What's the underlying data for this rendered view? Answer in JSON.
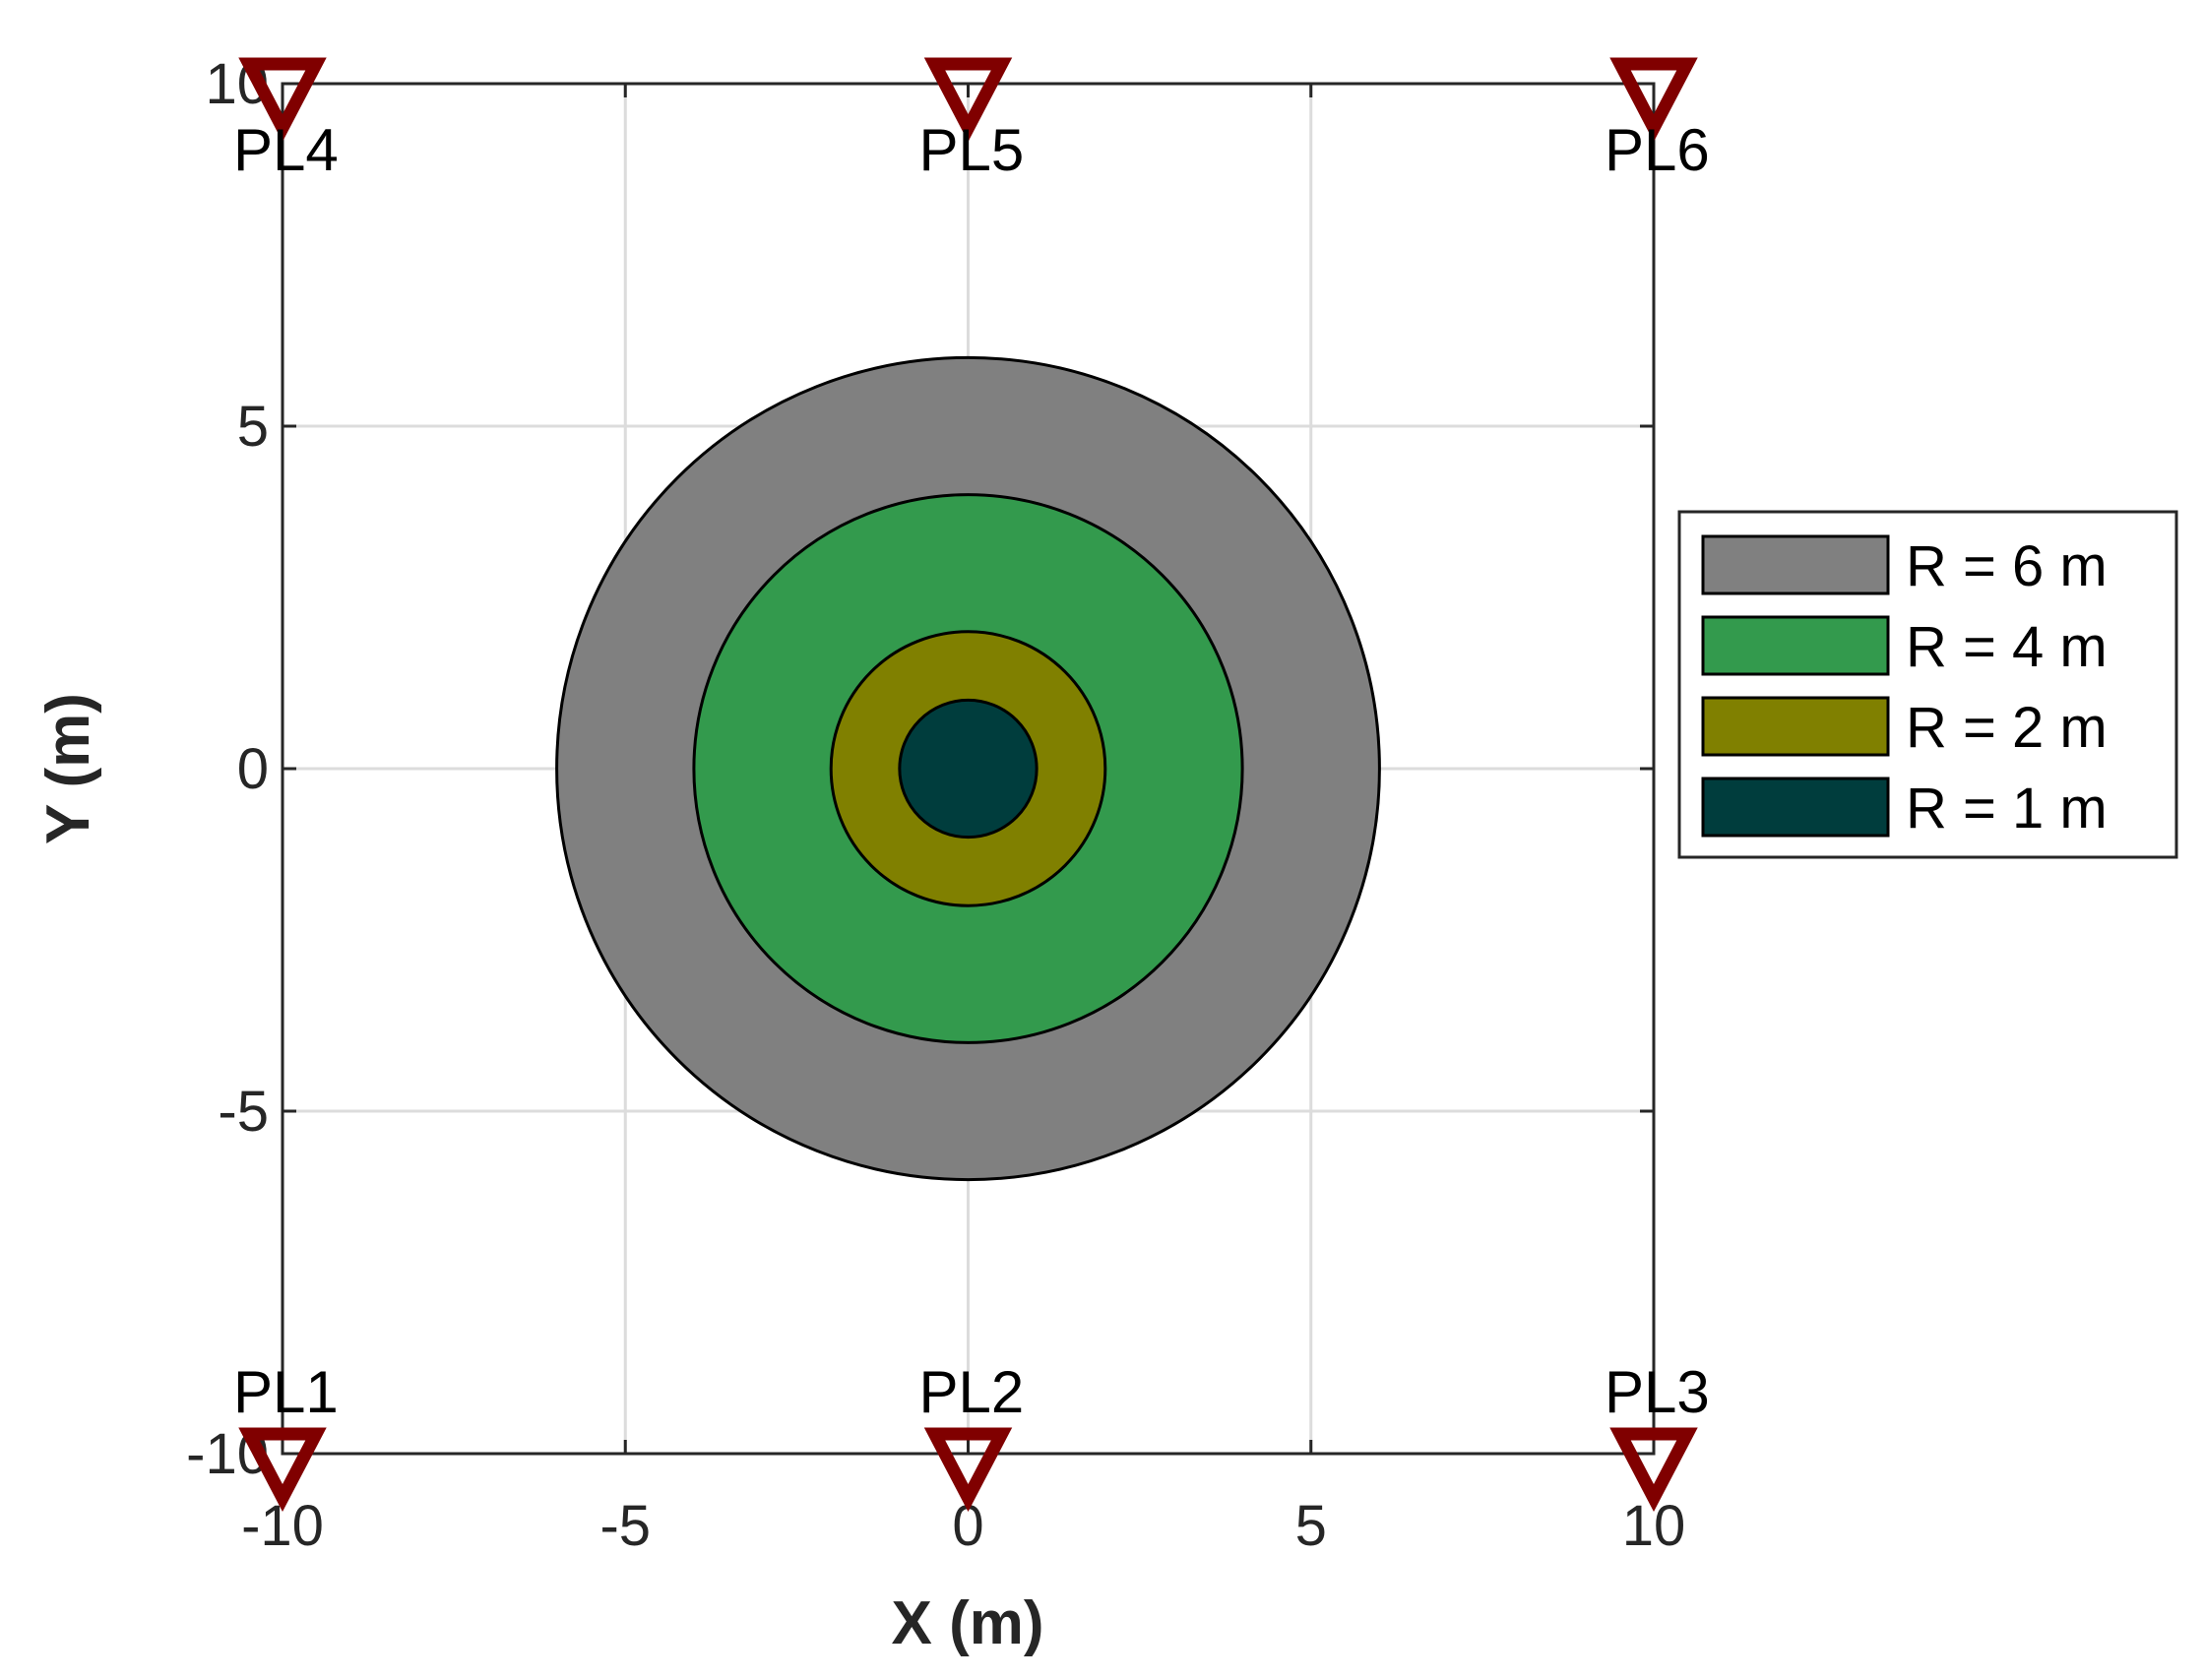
{
  "chart_data": {
    "type": "area",
    "title": "",
    "xlabel": "X (m)",
    "ylabel": "Y (m)",
    "xlim": [
      -10,
      10
    ],
    "ylim": [
      -10,
      10
    ],
    "xticks": [
      "-10",
      "-5",
      "0",
      "5",
      "10"
    ],
    "yticks": [
      "-10",
      "-5",
      "0",
      "5",
      "10"
    ],
    "grid": true,
    "legend_placement": "outside-right",
    "series": [
      {
        "name": "R = 6 m",
        "center": [
          0,
          0
        ],
        "radius": 6,
        "color": "#808080"
      },
      {
        "name": "R = 4 m",
        "center": [
          0,
          0
        ],
        "radius": 4,
        "color": "#339a4d"
      },
      {
        "name": "R = 2 m",
        "center": [
          0,
          0
        ],
        "radius": 2,
        "color": "#808000"
      },
      {
        "name": "R = 1 m",
        "center": [
          0,
          0
        ],
        "radius": 1,
        "color": "#003d3d"
      }
    ],
    "markers": {
      "shape": "triangle-down",
      "color": "#800000",
      "points": [
        {
          "label": "PL1",
          "x": -10,
          "y": -10
        },
        {
          "label": "PL2",
          "x": 0,
          "y": -10
        },
        {
          "label": "PL3",
          "x": 10,
          "y": -10
        },
        {
          "label": "PL4",
          "x": -10,
          "y": 10
        },
        {
          "label": "PL5",
          "x": 0,
          "y": 10
        },
        {
          "label": "PL6",
          "x": 10,
          "y": 10
        }
      ]
    }
  }
}
